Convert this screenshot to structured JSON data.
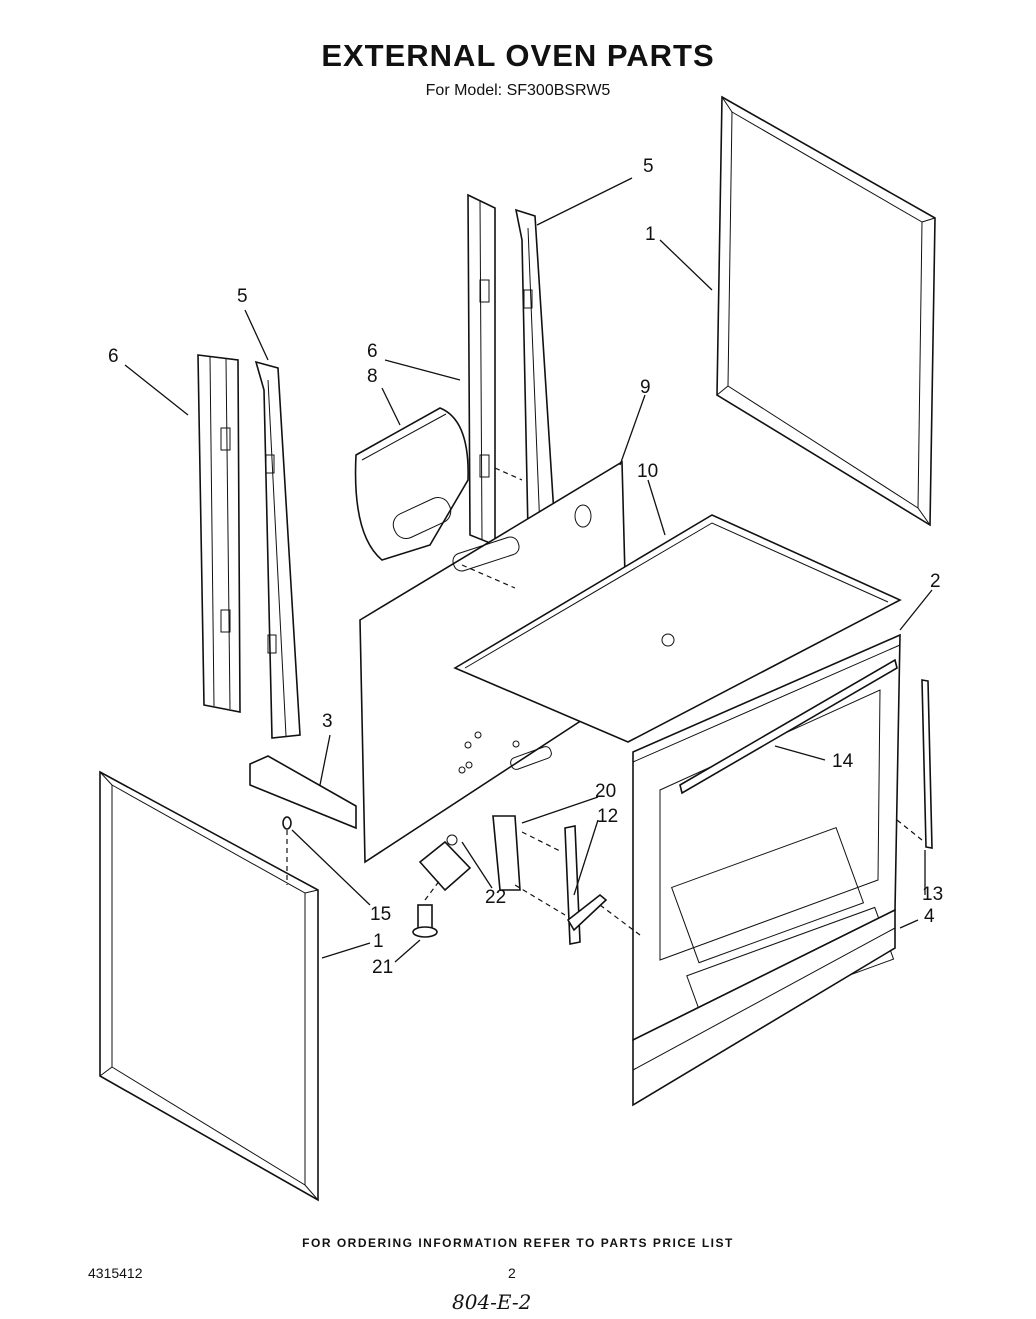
{
  "title": "EXTERNAL OVEN PARTS",
  "subtitle": "For Model: SF300BSRW5",
  "footer_note": "FOR ORDERING INFORMATION REFER TO PARTS PRICE LIST",
  "document_number": "4315412",
  "page_number": "2",
  "handwritten_note": "804-E-2",
  "part_labels": {
    "p5_top": "5",
    "p1_top": "1",
    "p5_left": "5",
    "p6_left": "6",
    "p6_mid": "6",
    "p8": "8",
    "p9": "9",
    "p10": "10",
    "p2": "2",
    "p3": "3",
    "p14": "14",
    "p20": "20",
    "p12": "12",
    "p13": "13",
    "p15": "15",
    "p22": "22",
    "p4": "4",
    "p1_bottom": "1",
    "p21": "21"
  }
}
